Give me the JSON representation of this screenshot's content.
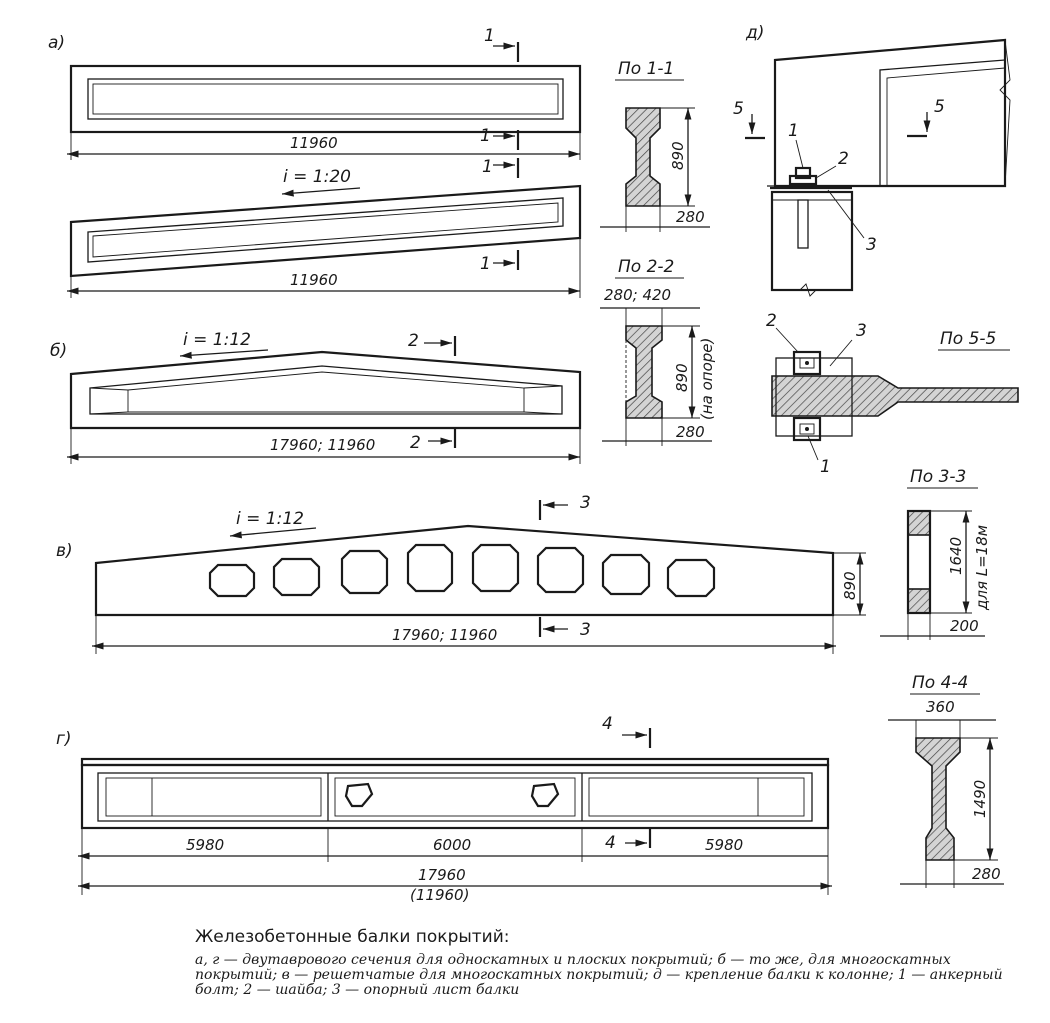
{
  "labels": {
    "a": "а)",
    "b": "б)",
    "v": "в)",
    "g": "г)",
    "d": "д)"
  },
  "sections": {
    "s11": "По 1-1",
    "s22": "По 2-2",
    "s33": "По 3-3",
    "s44": "По 4-4",
    "s55": "По 5-5"
  },
  "marks": {
    "m1": "1",
    "m2": "2",
    "m3": "3",
    "m4": "4",
    "m5": "5"
  },
  "slopes": {
    "a": "i = 1:20",
    "b": "i = 1:12",
    "v": "i = 1:12"
  },
  "dims": {
    "a_len": "11960",
    "a_len2": "11960",
    "b_len": "17960; 11960",
    "v_len": "17960; 11960",
    "v_h": "890",
    "g_seg1": "5980",
    "g_seg2": "6000",
    "g_seg3": "5980",
    "g_total": "17960",
    "g_total_alt": "(11960)",
    "s11_h": "890",
    "s11_w": "280",
    "s22_top": "280; 420",
    "s22_h": "890",
    "s22_note": "(на опоре)",
    "s22_w": "280",
    "s33_h": "1640",
    "s33_note": "для L=18м",
    "s33_w": "200",
    "s44_top": "360",
    "s44_h": "1490",
    "s44_w": "280"
  },
  "callouts": {
    "c1": "1",
    "c2": "2",
    "c3": "3"
  },
  "caption": {
    "title": "Железобетонные балки покрытий:",
    "body": "а, г — двутаврового сечения для односкатных и плоских покрытий; б — то же, для многоскатных покрытий; в — решетчатые для многоскатных покрытий; д — крепление балки к колонне; 1 — анкерный болт; 2 — шайба; 3 — опорный лист балки"
  }
}
